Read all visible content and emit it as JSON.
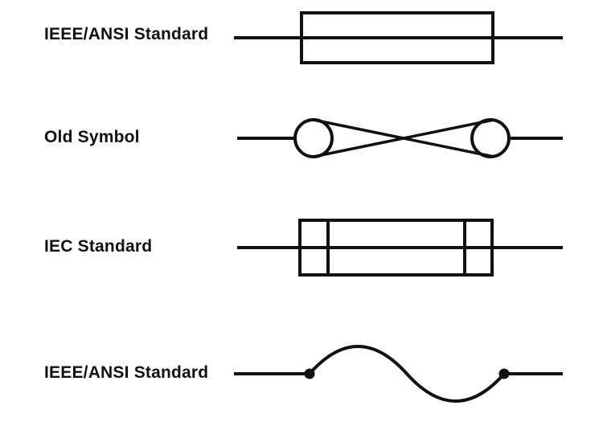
{
  "diagram": {
    "rows": [
      {
        "label": "IEEE/ANSI Standard",
        "symbol": "rectangle-fuse-symbol"
      },
      {
        "label": "Old Symbol",
        "symbol": "crossed-circles-fuse-symbol"
      },
      {
        "label": "IEC Standard",
        "symbol": "rectangle-with-end-bars-fuse-symbol"
      },
      {
        "label": "IEEE/ANSI Standard",
        "symbol": "s-curve-fuse-symbol"
      }
    ],
    "colors": {
      "stroke": "#111111",
      "background": "#ffffff"
    }
  }
}
